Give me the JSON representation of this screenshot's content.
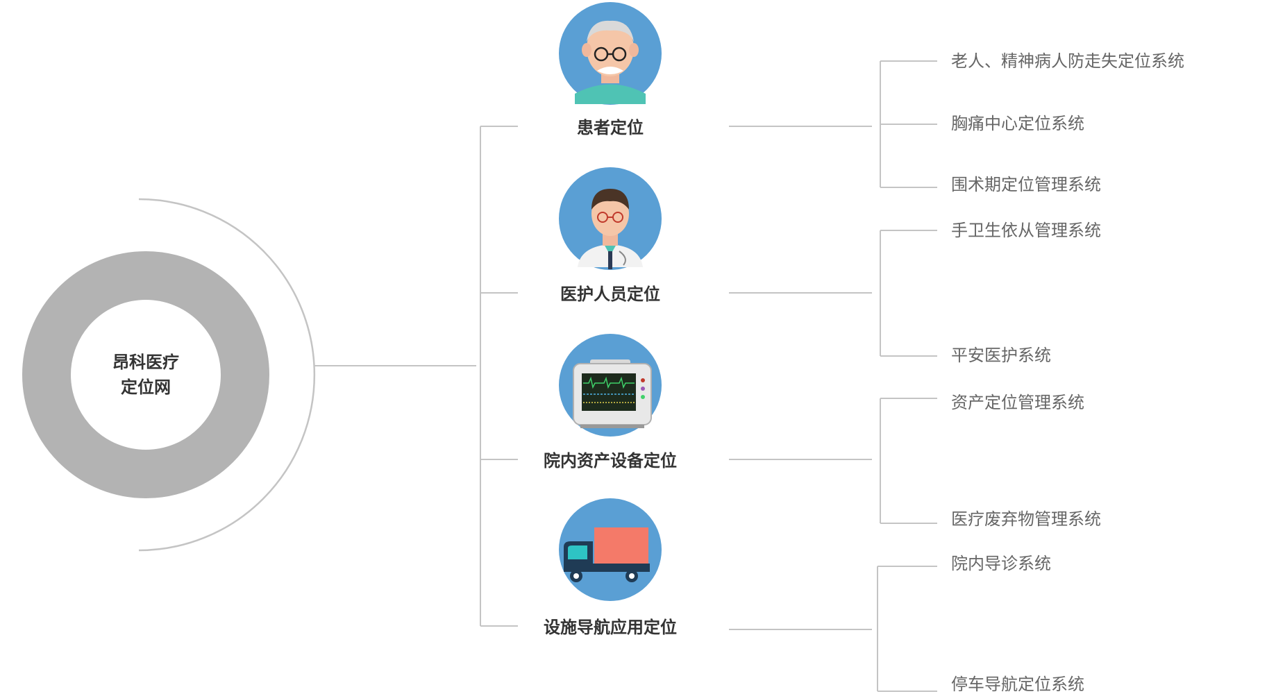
{
  "center": {
    "line1": "昂科医疗",
    "line2": "定位网"
  },
  "categories": [
    {
      "label": "患者定位",
      "icon": "elderly-patient-icon",
      "systems": [
        "老人、精神病人防走失定位系统",
        "胸痛中心定位系统",
        "围术期定位管理系统"
      ]
    },
    {
      "label": "医护人员定位",
      "icon": "doctor-icon",
      "systems": [
        "手卫生依从管理系统",
        "平安医护系统"
      ]
    },
    {
      "label": "院内资产设备定位",
      "icon": "patient-monitor-icon",
      "systems": [
        "资产定位管理系统",
        "医疗废弃物管理系统"
      ]
    },
    {
      "label": "设施导航应用定位",
      "icon": "delivery-truck-icon",
      "systems": [
        "院内导诊系统",
        "停车导航定位系统"
      ]
    }
  ],
  "colors": {
    "icon_background": "#5a9fd4",
    "ring": "#b3b3b3",
    "connector": "#c4c4c4",
    "label_text": "#333333",
    "system_text": "#666666"
  }
}
